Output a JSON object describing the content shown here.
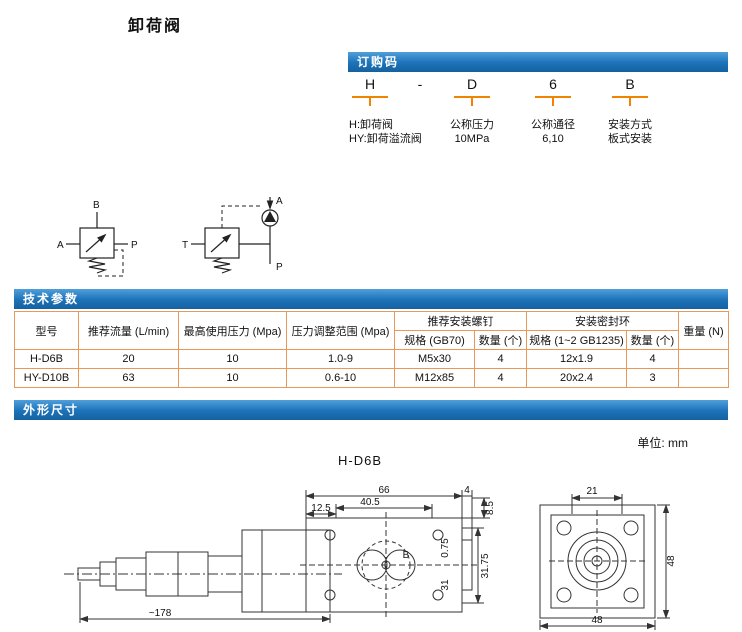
{
  "page": {
    "title": "卸荷阀",
    "unit_note": "单位: mm",
    "drawing_model": "H-D6B"
  },
  "theme": {
    "header_bar_blue": "#1c72b8",
    "table_border_orange": "#e8995a",
    "code_tick_orange": "#f08300"
  },
  "ordering": {
    "header": "订购码",
    "letters": {
      "h": "H",
      "dash": "-",
      "d": "D",
      "six": "6",
      "b": "B"
    },
    "descs": {
      "h1": "H:卸荷阀",
      "h2": "HY:卸荷溢流阀",
      "d1": "公称压力",
      "d2": "10MPa",
      "six1": "公称通径",
      "six2": "6,10",
      "b1": "安装方式",
      "b2": "板式安装"
    }
  },
  "schematics": {
    "s1": {
      "a": "A",
      "b": "B",
      "p": "P"
    },
    "s2": {
      "t": "T",
      "a": "A",
      "p": "P"
    }
  },
  "tech": {
    "header": "技术参数",
    "table": {
      "headers": {
        "model": "型号",
        "flow": "推荐流量 (L/min)",
        "max_pressure": "最高使用压力 (Mpa)",
        "pressure_range": "压力调整范围 (Mpa)",
        "screws_group": "推荐安装螺钉",
        "screw_spec": "规格 (GB70)",
        "screw_qty": "数量 (个)",
        "seals_group": "安装密封环",
        "seal_spec": "规格 (1~2 GB1235)",
        "seal_qty": "数量 (个)",
        "weight": "重量 (N)"
      },
      "rows": [
        {
          "model": "H-D6B",
          "flow": "20",
          "max_pressure": "10",
          "pressure_range": "1.0-9",
          "screw_spec": "M5x30",
          "screw_qty": "4",
          "seal_spec": "12x1.9",
          "seal_qty": "4",
          "weight": ""
        },
        {
          "model": "HY-D10B",
          "flow": "63",
          "max_pressure": "10",
          "pressure_range": "0.6-10",
          "screw_spec": "M12x85",
          "screw_qty": "4",
          "seal_spec": "20x2.4",
          "seal_qty": "3",
          "weight": ""
        }
      ]
    }
  },
  "dims_section": {
    "header": "外形尺寸",
    "labels": {
      "d12_5": "12.5",
      "d40_5": "40.5",
      "d66": "66",
      "d4": "4",
      "d8_5": "8.5",
      "d0_75": "0.75",
      "d31": "31",
      "d31_75": "31.75",
      "d21": "21",
      "d48_right": "48",
      "d48_bottom": "48",
      "d178": "~178",
      "port_b": "B"
    }
  }
}
